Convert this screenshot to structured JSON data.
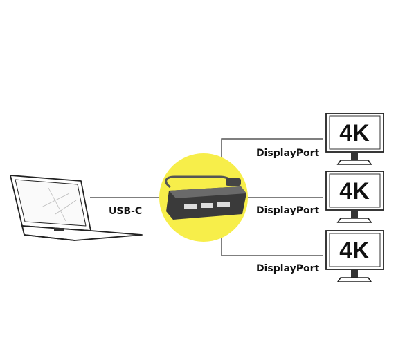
{
  "diagram": {
    "hub_circle_color": "#f7ee4a",
    "line_color": "#555555",
    "laptop": {
      "icon": "laptop-icon"
    },
    "hub": {
      "icon": "usb-c-hub-icon"
    },
    "connection_laptop": {
      "label": "USB-C"
    },
    "monitors": [
      {
        "label": "4K",
        "connection": "DisplayPort",
        "icon": "monitor-icon"
      },
      {
        "label": "4K",
        "connection": "DisplayPort",
        "icon": "monitor-icon"
      },
      {
        "label": "4K",
        "connection": "DisplayPort",
        "icon": "monitor-icon"
      }
    ]
  }
}
